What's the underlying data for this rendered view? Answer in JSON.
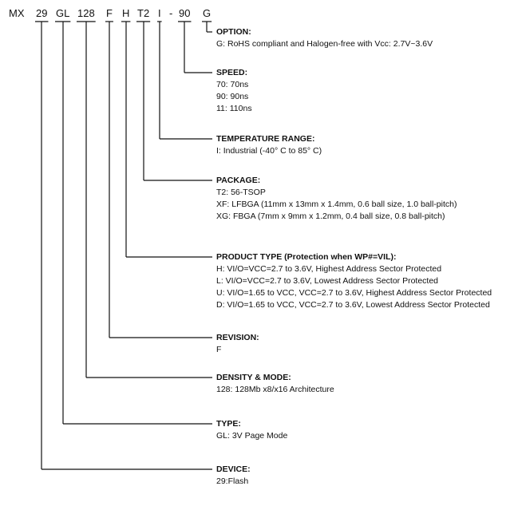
{
  "part_number": {
    "segments": [
      "MX",
      "29",
      "GL",
      "128",
      "F",
      "H",
      "T2",
      "I",
      "-",
      "90",
      "G"
    ]
  },
  "sections": [
    {
      "title": "OPTION:",
      "lines": [
        "G: RoHS compliant and Halogen-free with Vcc: 2.7V~3.6V"
      ]
    },
    {
      "title": "SPEED:",
      "lines": [
        "70: 70ns",
        "90: 90ns",
        "11: 110ns"
      ]
    },
    {
      "title": "TEMPERATURE RANGE:",
      "lines": [
        "I: Industrial (-40° C to 85° C)"
      ]
    },
    {
      "title": "PACKAGE:",
      "lines": [
        "T2: 56-TSOP",
        "XF: LFBGA (11mm x 13mm x 1.4mm, 0.6 ball size, 1.0 ball-pitch)",
        "XG: FBGA (7mm x 9mm x 1.2mm, 0.4 ball size, 0.8 ball-pitch)"
      ]
    },
    {
      "title": "PRODUCT TYPE (Protection when WP#=VIL):",
      "lines": [
        "H: VI/O=VCC=2.7 to 3.6V, Highest Address Sector Protected",
        "L:  VI/O=VCC=2.7 to 3.6V, Lowest Address Sector Protected",
        "U: VI/O=1.65 to VCC, VCC=2.7 to 3.6V, Highest Address Sector Protected",
        "D: VI/O=1.65 to VCC, VCC=2.7 to 3.6V, Lowest Address Sector Protected"
      ]
    },
    {
      "title": "REVISION:",
      "lines": [
        "F"
      ]
    },
    {
      "title": "DENSITY & MODE:",
      "lines": [
        "128: 128Mb x8/x16 Architecture"
      ]
    },
    {
      "title": "TYPE:",
      "lines": [
        "GL: 3V Page Mode"
      ]
    },
    {
      "title": "DEVICE:",
      "lines": [
        "29:Flash"
      ]
    }
  ]
}
